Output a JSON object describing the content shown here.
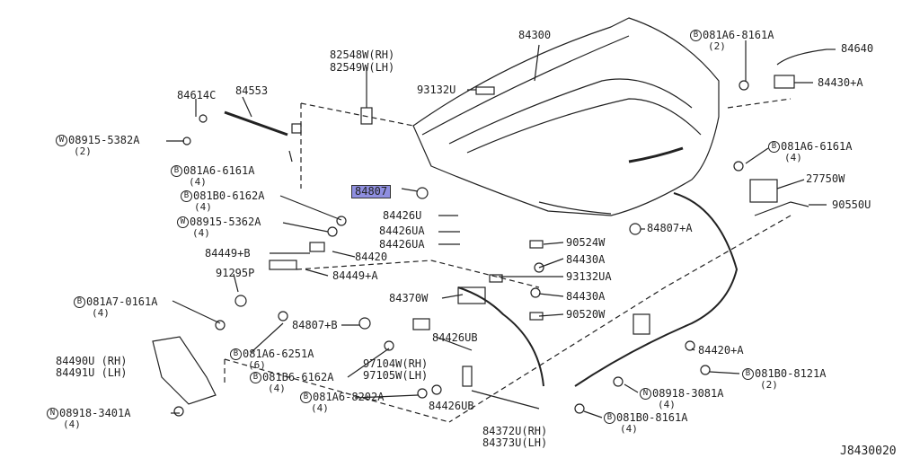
{
  "diagram_code": "J8430020",
  "highlighted_part": "84807",
  "callouts": [
    {
      "id": "c84300",
      "text": "84300"
    },
    {
      "id": "c82548",
      "text": "82548W(RH)"
    },
    {
      "id": "c82549",
      "text": "82549W(LH)"
    },
    {
      "id": "c93132u",
      "text": "93132U"
    },
    {
      "id": "c84553",
      "text": "84553"
    },
    {
      "id": "c84614c",
      "text": "84614C"
    },
    {
      "id": "cw1",
      "mark": "W",
      "text": "08915-5382A",
      "qty": "(2)"
    },
    {
      "id": "cb1",
      "mark": "B",
      "text": "081A6-6161A",
      "qty": "(4)"
    },
    {
      "id": "cb2",
      "mark": "B",
      "text": "081B0-6162A",
      "qty": "(4)"
    },
    {
      "id": "cw2",
      "mark": "W",
      "text": "08915-5362A",
      "qty": "(4)"
    },
    {
      "id": "c84449b",
      "text": "84449+B"
    },
    {
      "id": "c84420",
      "text": "84420"
    },
    {
      "id": "c84449a",
      "text": "84449+A"
    },
    {
      "id": "c91295p",
      "text": "91295P"
    },
    {
      "id": "cb3",
      "mark": "B",
      "text": "081A7-0161A",
      "qty": "(4)"
    },
    {
      "id": "c84490",
      "text": "84490U (RH)"
    },
    {
      "id": "c84491",
      "text": "84491U (LH)"
    },
    {
      "id": "cn1",
      "mark": "N",
      "text": "08918-3401A",
      "qty": "(4)"
    },
    {
      "id": "c84426u",
      "text": "84426U"
    },
    {
      "id": "c84426ua1",
      "text": "84426UA"
    },
    {
      "id": "c84426ua2",
      "text": "84426UA"
    },
    {
      "id": "c84370w",
      "text": "84370W"
    },
    {
      "id": "c84807b",
      "text": "84807+B"
    },
    {
      "id": "cb4",
      "mark": "B",
      "text": "081A6-6251A",
      "qty": "(6)"
    },
    {
      "id": "cb5",
      "mark": "B",
      "text": "081B6-6162A",
      "qty": "(4)"
    },
    {
      "id": "c97104",
      "text": "97104W(RH)"
    },
    {
      "id": "c97105",
      "text": "97105W(LH)"
    },
    {
      "id": "cb6",
      "mark": "B",
      "text": "081A6-8202A",
      "qty": "(4)"
    },
    {
      "id": "c84426ub1",
      "text": "84426UB"
    },
    {
      "id": "c84426ub2",
      "text": "84426UB"
    },
    {
      "id": "c84372",
      "text": "84372U(RH)"
    },
    {
      "id": "c84373",
      "text": "84373U(LH)"
    },
    {
      "id": "c90524w",
      "text": "90524W"
    },
    {
      "id": "c84430a1",
      "text": "84430A"
    },
    {
      "id": "c93132ua",
      "text": "93132UA"
    },
    {
      "id": "c84430a2",
      "text": "84430A"
    },
    {
      "id": "c90520w",
      "text": "90520W"
    },
    {
      "id": "c84807a",
      "text": "84807+A"
    },
    {
      "id": "c84420a",
      "text": "84420+A"
    },
    {
      "id": "cb7",
      "mark": "B",
      "text": "081B0-8121A",
      "qty": "(2)"
    },
    {
      "id": "cn2",
      "mark": "N",
      "text": "08918-3081A",
      "qty": "(4)"
    },
    {
      "id": "cb8",
      "mark": "B",
      "text": "081B0-8161A",
      "qty": "(4)"
    },
    {
      "id": "cb9",
      "mark": "B",
      "text": "081A6-8161A",
      "qty": "(2)"
    },
    {
      "id": "c84640",
      "text": "84640"
    },
    {
      "id": "c84430a3",
      "text": "84430+A"
    },
    {
      "id": "cb10",
      "mark": "B",
      "text": "081A6-6161A",
      "qty": "(4)"
    },
    {
      "id": "c27750w",
      "text": "27750W"
    },
    {
      "id": "c90550u",
      "text": "90550U"
    }
  ]
}
